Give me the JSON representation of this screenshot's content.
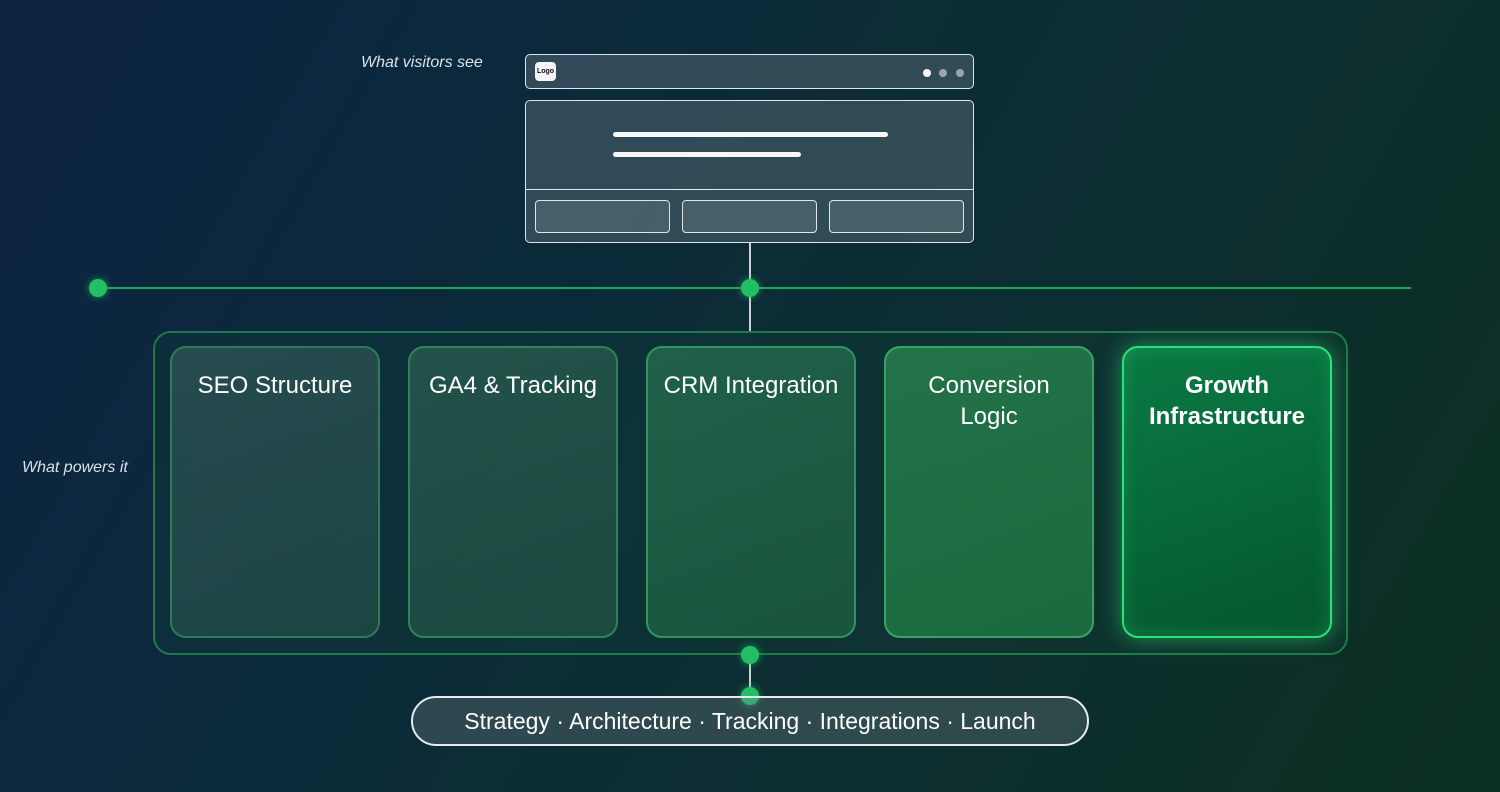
{
  "captions": {
    "top": "What visitors see",
    "bottom": "What powers it"
  },
  "browser_mockup": {
    "logo_text": "Logo"
  },
  "layers": [
    {
      "title": "SEO Structure"
    },
    {
      "title": "GA4 & Tracking"
    },
    {
      "title": "CRM Integration"
    },
    {
      "title": "Conversion Logic"
    },
    {
      "title": "Growth Infrastructure"
    }
  ],
  "process": "Strategy · Architecture · Tracking · Integrations · Launch",
  "colors": {
    "accent_green": "#22c065",
    "highlight_green": "#2ee079",
    "outline_light": "#dfe6ea"
  }
}
